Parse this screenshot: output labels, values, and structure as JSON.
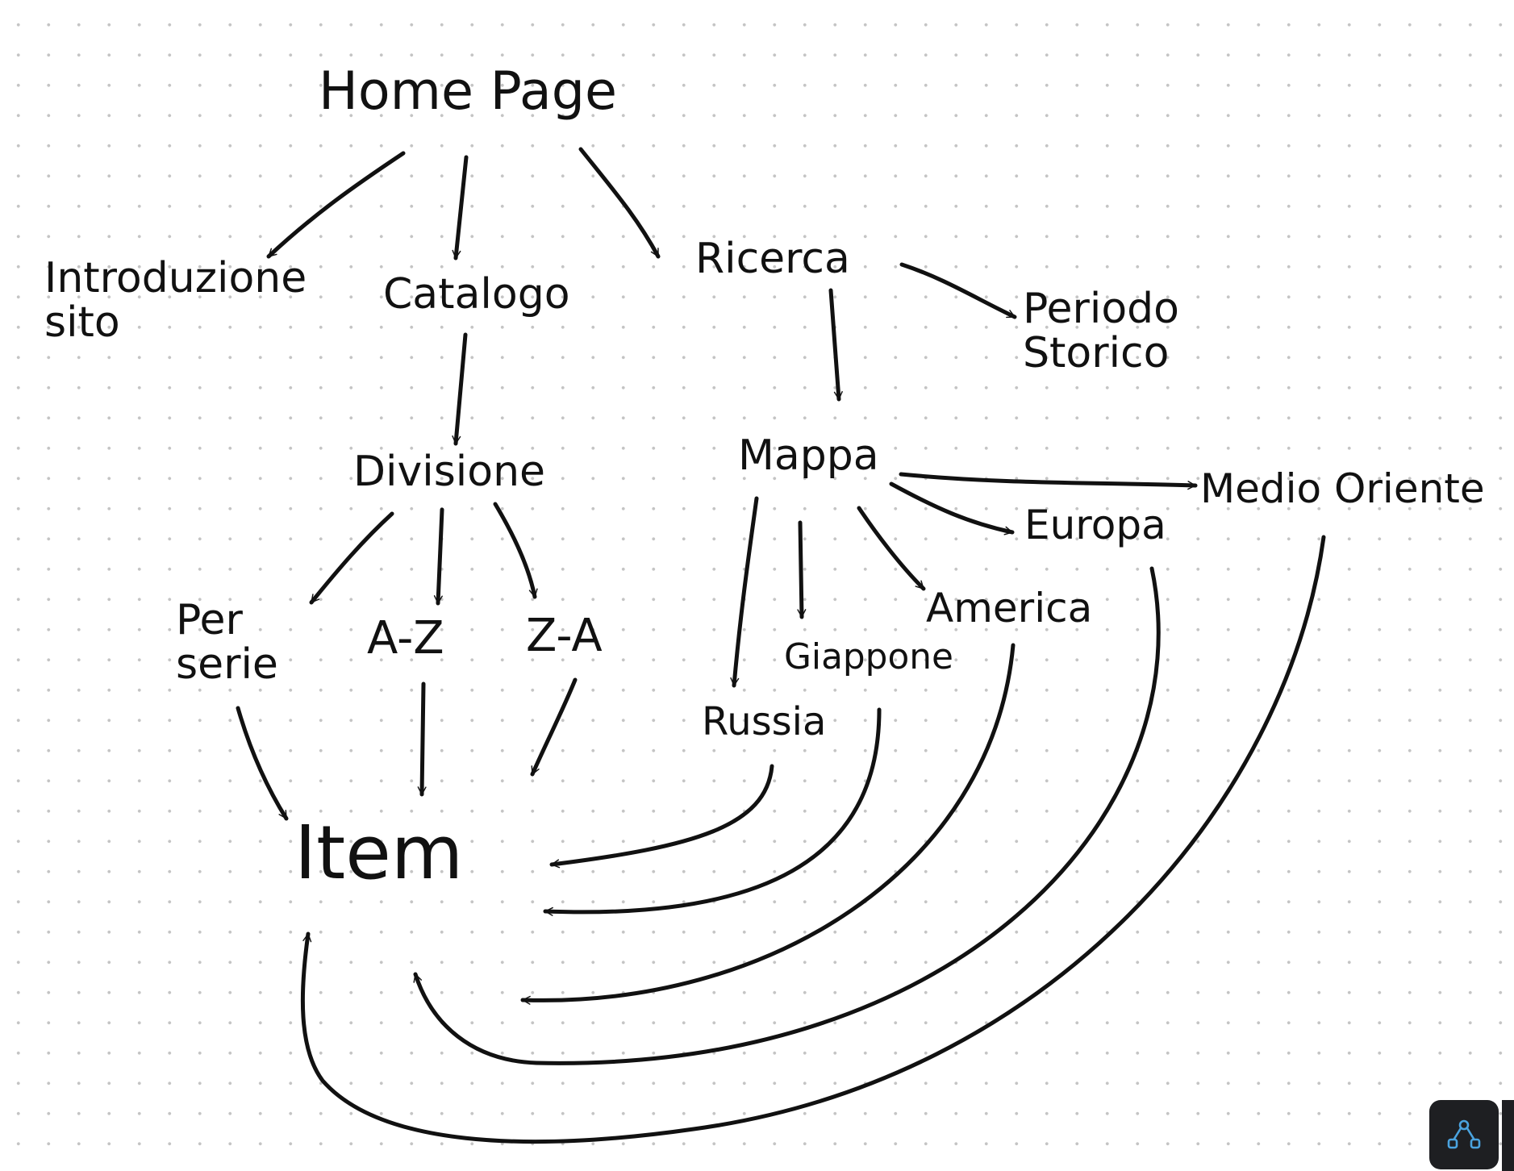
{
  "diagram": {
    "nodes": [
      {
        "id": "home",
        "lines": [
          "Home Page"
        ]
      },
      {
        "id": "intro",
        "lines": [
          "Introduzione",
          "sito"
        ]
      },
      {
        "id": "catalogo",
        "lines": [
          "Catalogo"
        ]
      },
      {
        "id": "ricerca",
        "lines": [
          "Ricerca"
        ]
      },
      {
        "id": "periodo",
        "lines": [
          "Periodo",
          "Storico"
        ]
      },
      {
        "id": "divisione",
        "lines": [
          "Divisione"
        ]
      },
      {
        "id": "mappa",
        "lines": [
          "Mappa"
        ]
      },
      {
        "id": "medio",
        "lines": [
          "Medio Oriente"
        ]
      },
      {
        "id": "europa",
        "lines": [
          "Europa"
        ]
      },
      {
        "id": "america",
        "lines": [
          "America"
        ]
      },
      {
        "id": "serie",
        "lines": [
          "Per",
          "serie"
        ]
      },
      {
        "id": "az",
        "lines": [
          "A-Z"
        ]
      },
      {
        "id": "za",
        "lines": [
          "Z-A"
        ]
      },
      {
        "id": "giappone",
        "lines": [
          "Giappone"
        ]
      },
      {
        "id": "russia",
        "lines": [
          "Russia"
        ]
      },
      {
        "id": "item",
        "lines": [
          "Item"
        ]
      }
    ],
    "edges": [
      {
        "from": "home",
        "to": "intro"
      },
      {
        "from": "home",
        "to": "catalogo"
      },
      {
        "from": "home",
        "to": "ricerca"
      },
      {
        "from": "ricerca",
        "to": "periodo"
      },
      {
        "from": "ricerca",
        "to": "mappa"
      },
      {
        "from": "catalogo",
        "to": "divisione"
      },
      {
        "from": "divisione",
        "to": "serie"
      },
      {
        "from": "divisione",
        "to": "az"
      },
      {
        "from": "divisione",
        "to": "za"
      },
      {
        "from": "mappa",
        "to": "medio"
      },
      {
        "from": "mappa",
        "to": "europa"
      },
      {
        "from": "mappa",
        "to": "america"
      },
      {
        "from": "mappa",
        "to": "giappone"
      },
      {
        "from": "mappa",
        "to": "russia"
      },
      {
        "from": "serie",
        "to": "item"
      },
      {
        "from": "az",
        "to": "item"
      },
      {
        "from": "za",
        "to": "item"
      },
      {
        "from": "russia",
        "to": "item"
      },
      {
        "from": "giappone",
        "to": "item"
      },
      {
        "from": "america",
        "to": "item"
      },
      {
        "from": "europa",
        "to": "item"
      },
      {
        "from": "medio",
        "to": "item"
      }
    ]
  },
  "toolbar": {
    "icon": "node-tree-icon",
    "accent": "#4aa3df"
  }
}
